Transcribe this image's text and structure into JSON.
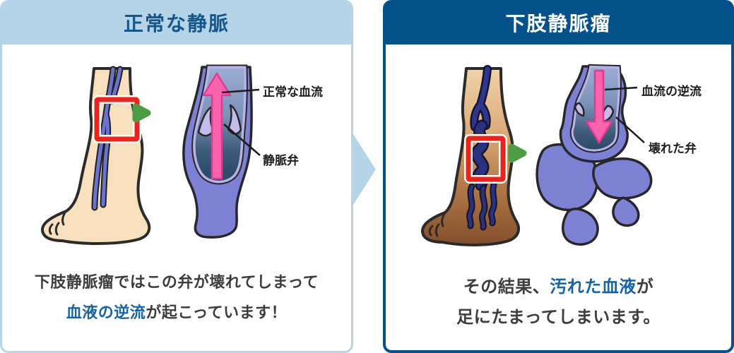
{
  "panels": {
    "normal": {
      "title": "正常な静脈",
      "labels": {
        "flow": "正常な血流",
        "valve": "静脈弁"
      },
      "caption": {
        "line1": "下肢静脈瘤ではこの弁が壊れてしまって",
        "line2_highlight": "血液の逆流",
        "line2_rest": "が起こっています！"
      }
    },
    "varicose": {
      "title": "下肢静脈瘤",
      "labels": {
        "flow": "血流の逆流",
        "valve": "壊れた弁"
      },
      "caption": {
        "line1_pre": "その結果、",
        "line1_highlight": "汚れた血液",
        "line1_post": "が",
        "line2": "足にたまってしまいます。"
      }
    }
  },
  "icons": {
    "step_arrow": "triangle-right-icon",
    "panel_connector": "triangle-right-icon",
    "normal_flow_arrow": "arrow-up-icon",
    "varicose_flow_arrow": "arrow-down-icon",
    "highlight_box": "red-frame-icon"
  },
  "colors": {
    "normal_header_bg": "#b6d4e8",
    "normal_header_text": "#15568c",
    "varicose_header_bg": "#05518c",
    "varicose_header_text": "#ffffff",
    "body_text": "#3d3d3d",
    "highlight_text": "#1763a3",
    "highlight_box": "#e8241c",
    "step_arrow_green": "#4d9c44",
    "flow_arrow_pink": "#f863ac",
    "skin_light": "#f8e0be",
    "skin_dark": "#84502c",
    "vein_blue": "#6b74cc",
    "varicose_vein_navy": "#2a3180",
    "vessel_purple": "#7c81d3",
    "valve_lavender": "#c4bdeb"
  }
}
